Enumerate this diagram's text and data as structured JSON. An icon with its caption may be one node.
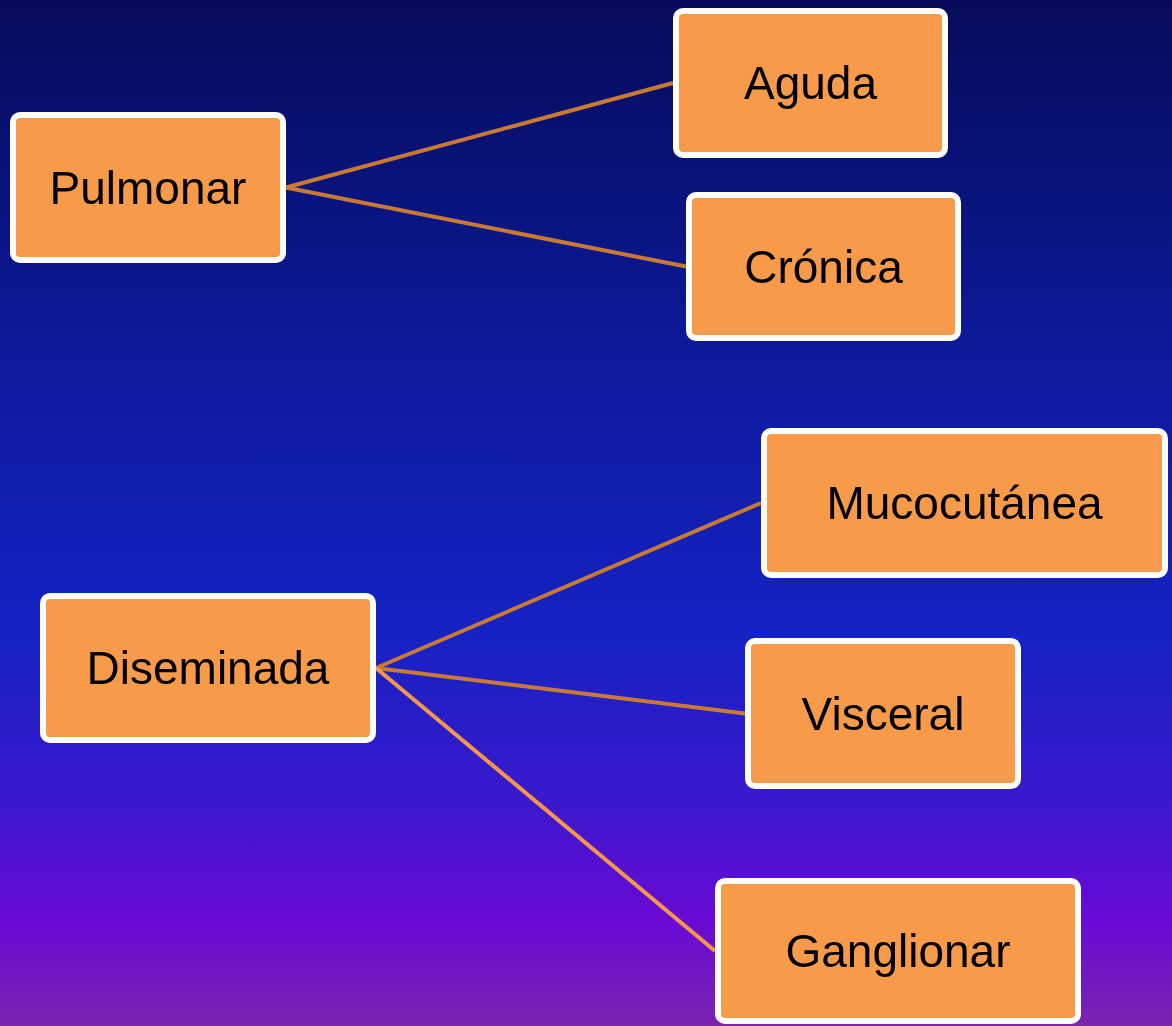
{
  "diagram": {
    "nodes": [
      {
        "text": [
          "Pulmonar"
        ]
      },
      {
        "text": [
          "Aguda"
        ]
      },
      {
        "text": [
          "Crónica"
        ]
      },
      {
        "text": [
          "Mucocutánea"
        ]
      },
      {
        "text": [
          "Diseminada"
        ]
      },
      {
        "text": [
          "Visceral"
        ]
      },
      {
        "text": [
          "Ganglionar"
        ]
      }
    ],
    "edges": [
      {
        "from": 0,
        "to": 1,
        "arrow": "none"
      },
      {
        "from": 0,
        "to": 2,
        "arrow": "none"
      },
      {
        "from": 4,
        "to": 3,
        "arrow": "none"
      },
      {
        "from": 4,
        "to": 5,
        "arrow": "none"
      },
      {
        "from": 4,
        "to": 6,
        "arrow": "none",
        "color": "#f5964c"
      }
    ]
  }
}
